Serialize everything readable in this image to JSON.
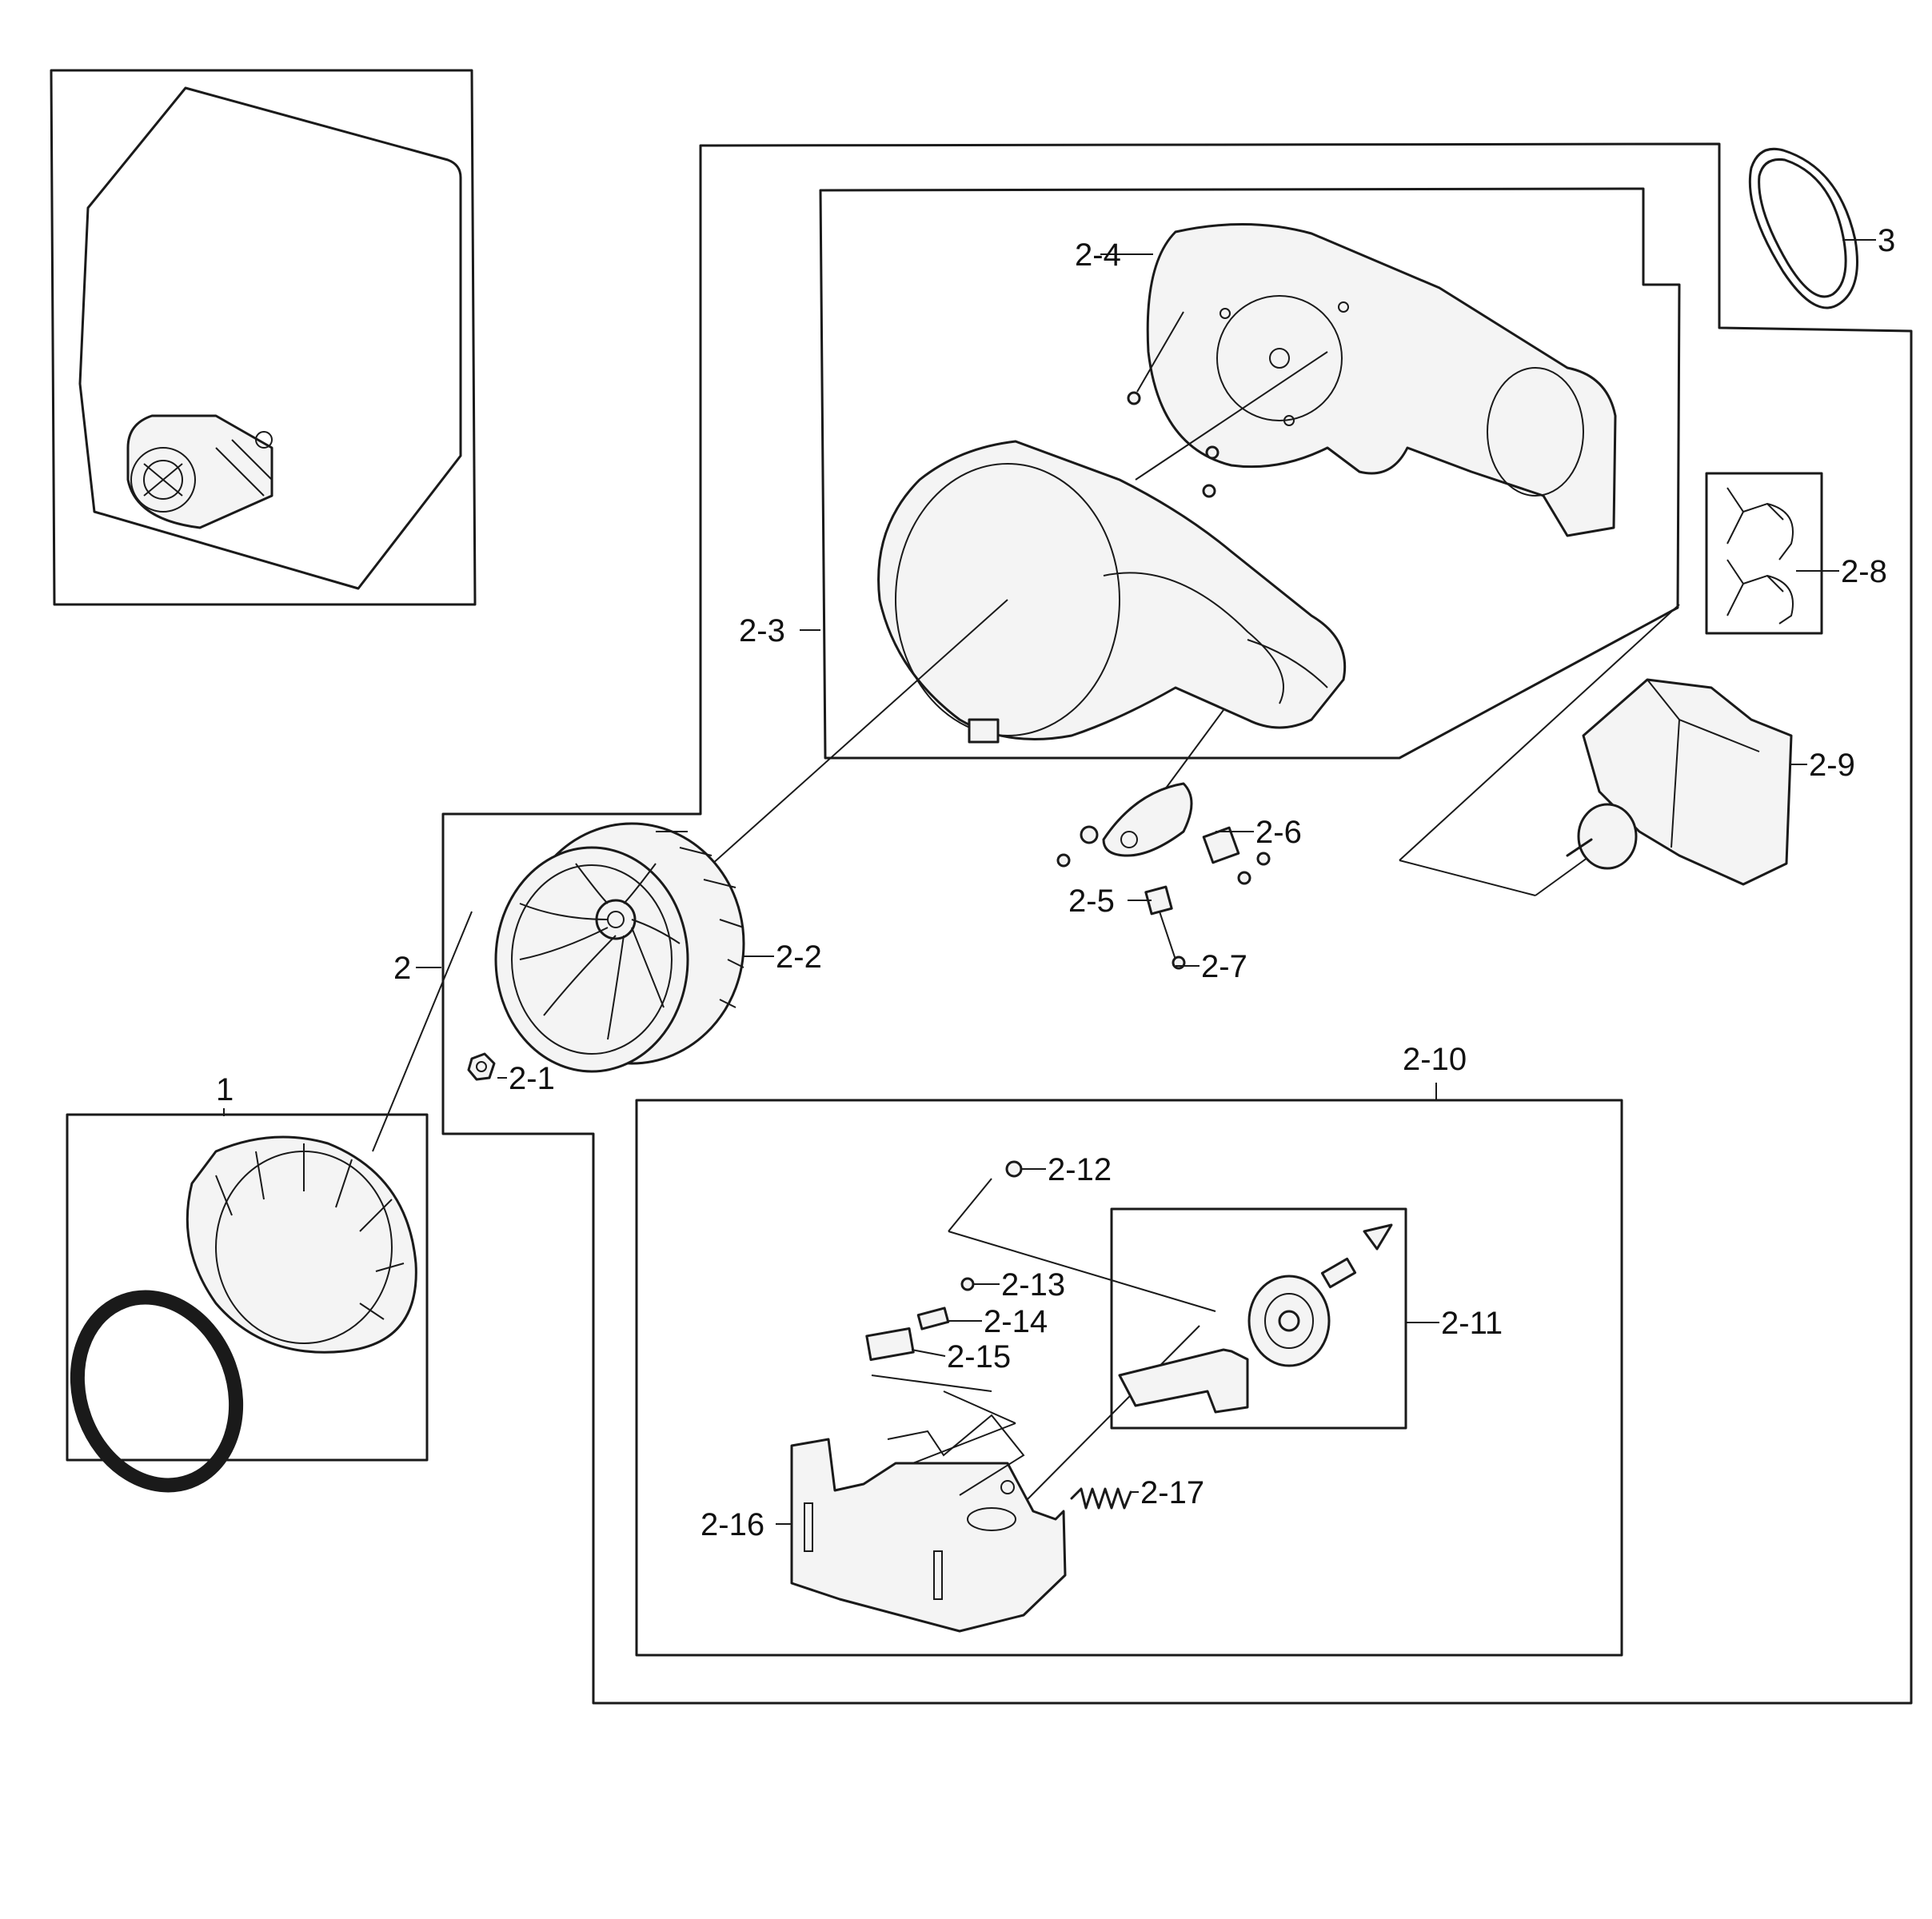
{
  "callouts": {
    "c1": "1",
    "c2": "2",
    "c2_1": "2-1",
    "c2_2": "2-2",
    "c2_3": "2-3",
    "c2_4": "2-4",
    "c2_5": "2-5",
    "c2_6": "2-6",
    "c2_7": "2-7",
    "c2_8": "2-8",
    "c2_9": "2-9",
    "c2_10": "2-10",
    "c2_11": "2-11",
    "c2_12": "2-12",
    "c2_13": "2-13",
    "c2_14": "2-14",
    "c2_15": "2-15",
    "c2_16": "2-16",
    "c2_17": "2-17",
    "c3": "3"
  }
}
